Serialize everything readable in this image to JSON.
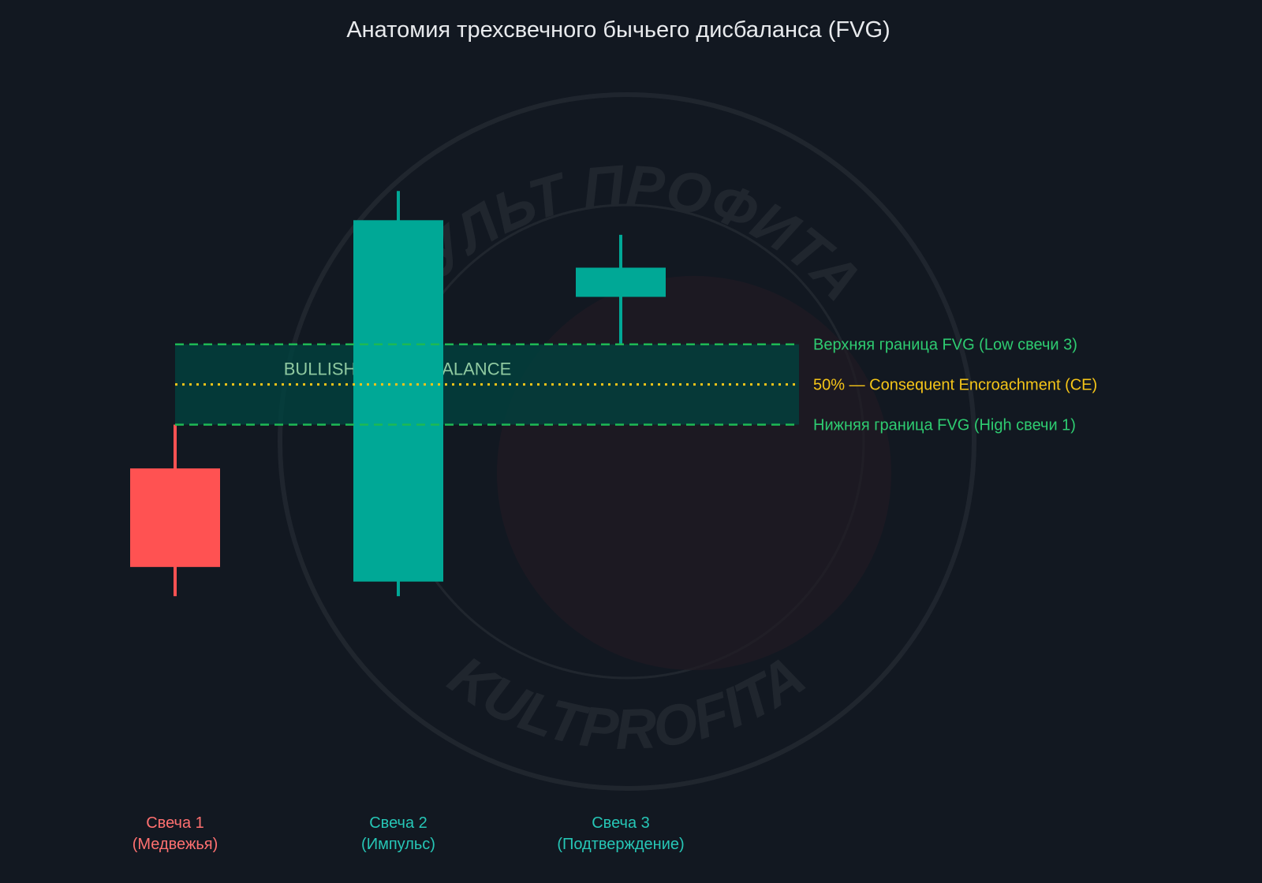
{
  "title": "Анатомия трехсвечного бычьего дисбаланса (FVG)",
  "watermark": {
    "top": "КУЛЬТ ПРОФИТА",
    "bottom": "KULTPROFITA"
  },
  "colors": {
    "background": "#121821",
    "bear": "#ff5252",
    "bull": "#00a896",
    "fvg_zone": "#00423f",
    "fvg_border": "#1db954",
    "ce": "#f5c518",
    "zone_label": "#8fc9a0",
    "bear_label": "#ff7070",
    "bull_label": "#26c6b6"
  },
  "chart_data": {
    "type": "candlestick",
    "candles": [
      {
        "name": "Свеча 1",
        "caption": "(Медвежья)",
        "direction": "bear",
        "open": 47.5,
        "close": 34.0,
        "high": 53.5,
        "low": 30.0
      },
      {
        "name": "Свеча 2",
        "caption": "(Импульс)",
        "direction": "bull",
        "open": 32.0,
        "close": 81.5,
        "high": 85.5,
        "low": 30.0
      },
      {
        "name": "Свеча 3",
        "caption": "(Подтверждение)",
        "direction": "bull",
        "open": 71.0,
        "close": 75.0,
        "high": 79.5,
        "low": 64.5
      }
    ],
    "fvg": {
      "upper": 64.5,
      "lower": 53.5,
      "ce": 59.0,
      "zone_label": "BULLISH FVG / IMBALANCE",
      "upper_label": "Верхняя граница FVG (Low свечи 3)",
      "ce_label": "50% — Consequent Encroachment (CE)",
      "lower_label": "Нижняя граница FVG (High свечи 1)"
    },
    "ylim": [
      0,
      100
    ],
    "grid": false
  }
}
